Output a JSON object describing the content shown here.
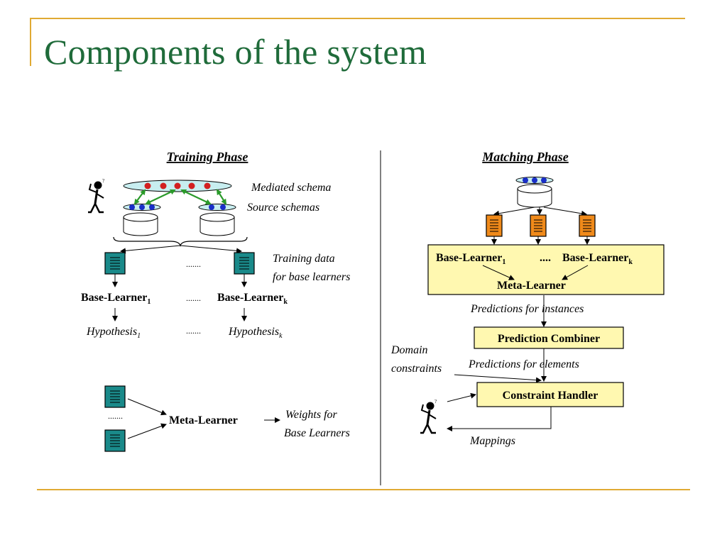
{
  "slide": {
    "title": "Components of the system"
  },
  "training": {
    "heading": "Training Phase",
    "mediated_schema": "Mediated schema",
    "source_schemas": "Source schemas",
    "training_data_1": "Training data",
    "training_data_2": "for base learners",
    "base_learner_1": "Base-Learner",
    "base_learner_1_sub": "1",
    "base_learner_k": "Base-Learner",
    "base_learner_k_sub": "k",
    "hypothesis_1": "Hypothesis",
    "hypothesis_1_sub": "1",
    "hypothesis_k": "Hypothesis",
    "hypothesis_k_sub": "k",
    "dots_short": ".......",
    "meta_learner": "Meta-Learner",
    "weights_1": "Weights for",
    "weights_2": "Base Learners"
  },
  "matching": {
    "heading": "Matching Phase",
    "base_learner_1": "Base-Learner",
    "base_learner_1_sub": "1",
    "dots": "....",
    "base_learner_k": "Base-Learner",
    "base_learner_k_sub": "k",
    "meta_learner": "Meta-Learner",
    "predictions_instances": "Predictions for instances",
    "prediction_combiner": "Prediction Combiner",
    "domain_1": "Domain",
    "domain_2": "constraints",
    "predictions_elements": "Predictions for elements",
    "constraint_handler": "Constraint Handler",
    "mappings": "Mappings"
  },
  "colors": {
    "title": "#1f6b3a",
    "accent_rule": "#e0aa33",
    "teal_doc": "#1a8a8a",
    "orange_doc": "#f08a1a",
    "yellow_box": "#fff8b0",
    "schema_fill": "#c8eef0",
    "red_node": "#d22020",
    "blue_node": "#1a2ec8",
    "green_arrow": "#2a9a2a"
  }
}
